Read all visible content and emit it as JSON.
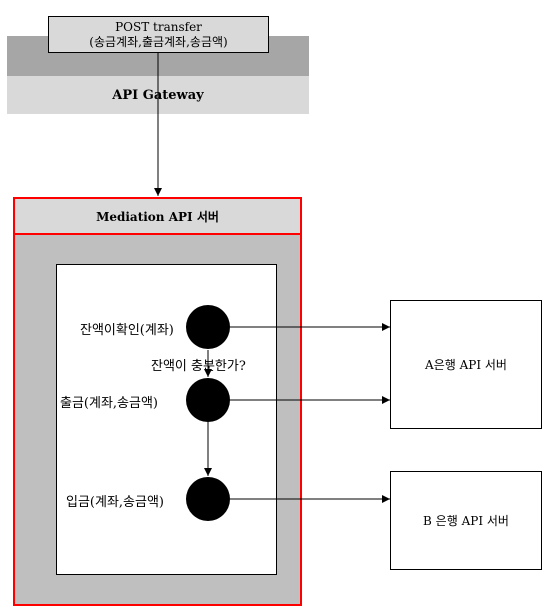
{
  "request": {
    "line1": "POST transfer",
    "line2": "(송금계좌,출금계좌,송금액)"
  },
  "gateway": {
    "label": "API Gateway"
  },
  "mediation": {
    "label": "Mediation API 서버"
  },
  "steps": {
    "balance_check": "잔액이확인(계좌)",
    "sufficient_question": "잔액이 충분한가?",
    "withdraw": "출금(계좌,송금액)",
    "deposit": "입금(계좌,송금액)"
  },
  "servers": {
    "bank_a": "A은행 API 서버",
    "bank_b": "B 은행 API 서버"
  },
  "colors": {
    "gateway_band_dark": "#a6a6a6",
    "gateway_band_light": "#d9d9d9",
    "mediation_fill": "#bfbfbf",
    "mediation_header": "#d9d9d9",
    "mediation_border": "#ff0000",
    "node": "#000000"
  }
}
